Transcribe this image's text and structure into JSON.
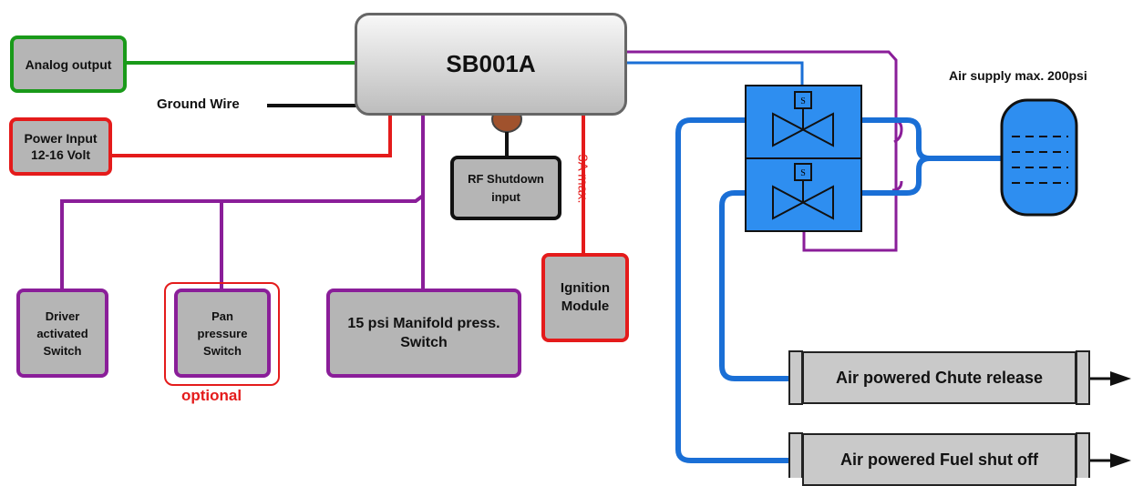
{
  "main_unit": "SB001A",
  "analog_output": "Analog output",
  "ground_wire": "Ground Wire",
  "power_input": [
    "Power Input",
    "12-16 Volt"
  ],
  "rf_shutdown": [
    "RF Shutdown",
    "input"
  ],
  "current_limit": "3A max.",
  "ignition_module": [
    "Ignition",
    "Module"
  ],
  "driver_switch": [
    "Driver",
    "activated",
    "Switch"
  ],
  "pan_switch": [
    "Pan",
    "pressure",
    "Switch"
  ],
  "optional_label": "optional",
  "manifold_switch": [
    "15 psi Manifold press.",
    "Switch"
  ],
  "air_supply": "Air supply max. 200psi",
  "valve_symbol": "S",
  "chute_release": "Air powered Chute release",
  "fuel_shutoff": "Air powered Fuel shut off",
  "colors": {
    "green": "#1a9a1a",
    "red": "#e41b1b",
    "purple": "#8a1e99",
    "blue": "#1a6fd6",
    "valve_fill": "#2e8ef0",
    "brown": "#a0522d"
  }
}
